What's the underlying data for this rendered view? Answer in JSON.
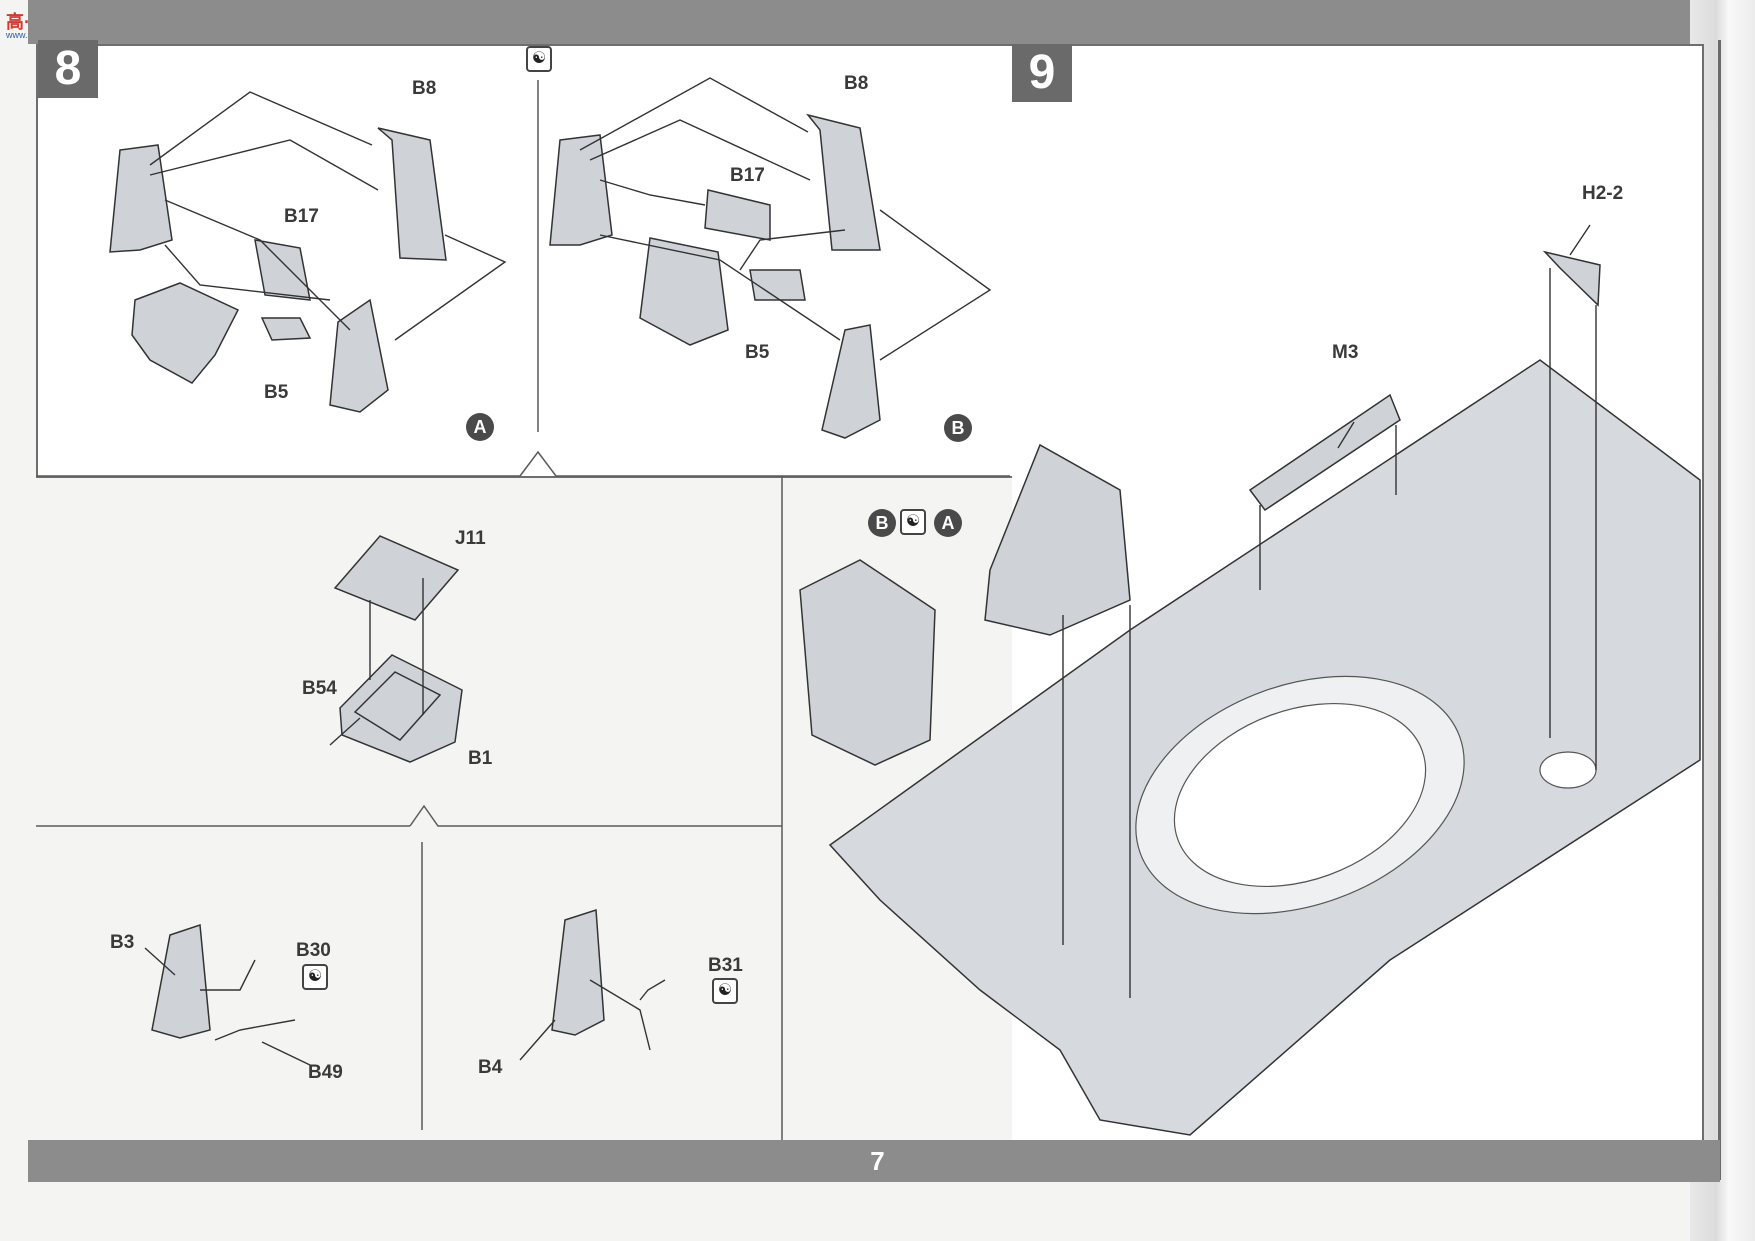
{
  "watermark": {
    "logo": "高·网",
    "sub": "www.shcm.com"
  },
  "steps": [
    {
      "number": "8"
    },
    {
      "number": "9"
    }
  ],
  "page_number": "7",
  "variant_markers": {
    "a": "A",
    "b": "B"
  },
  "parts": {
    "b8": "B8",
    "b17": "B17",
    "b5": "B5",
    "j11": "J11",
    "b54": "B54",
    "b1": "B1",
    "b3": "B3",
    "b30": "B30",
    "b49": "B49",
    "b31": "B31",
    "b4": "B4",
    "m3": "M3",
    "h22": "H2-2"
  },
  "icons": {
    "optional": "yin-yang-icon"
  },
  "colors": {
    "bar": "#8c8c8c",
    "step_box": "#6a6a6a",
    "part_fill": "#cfd3d8",
    "line": "#333333"
  }
}
